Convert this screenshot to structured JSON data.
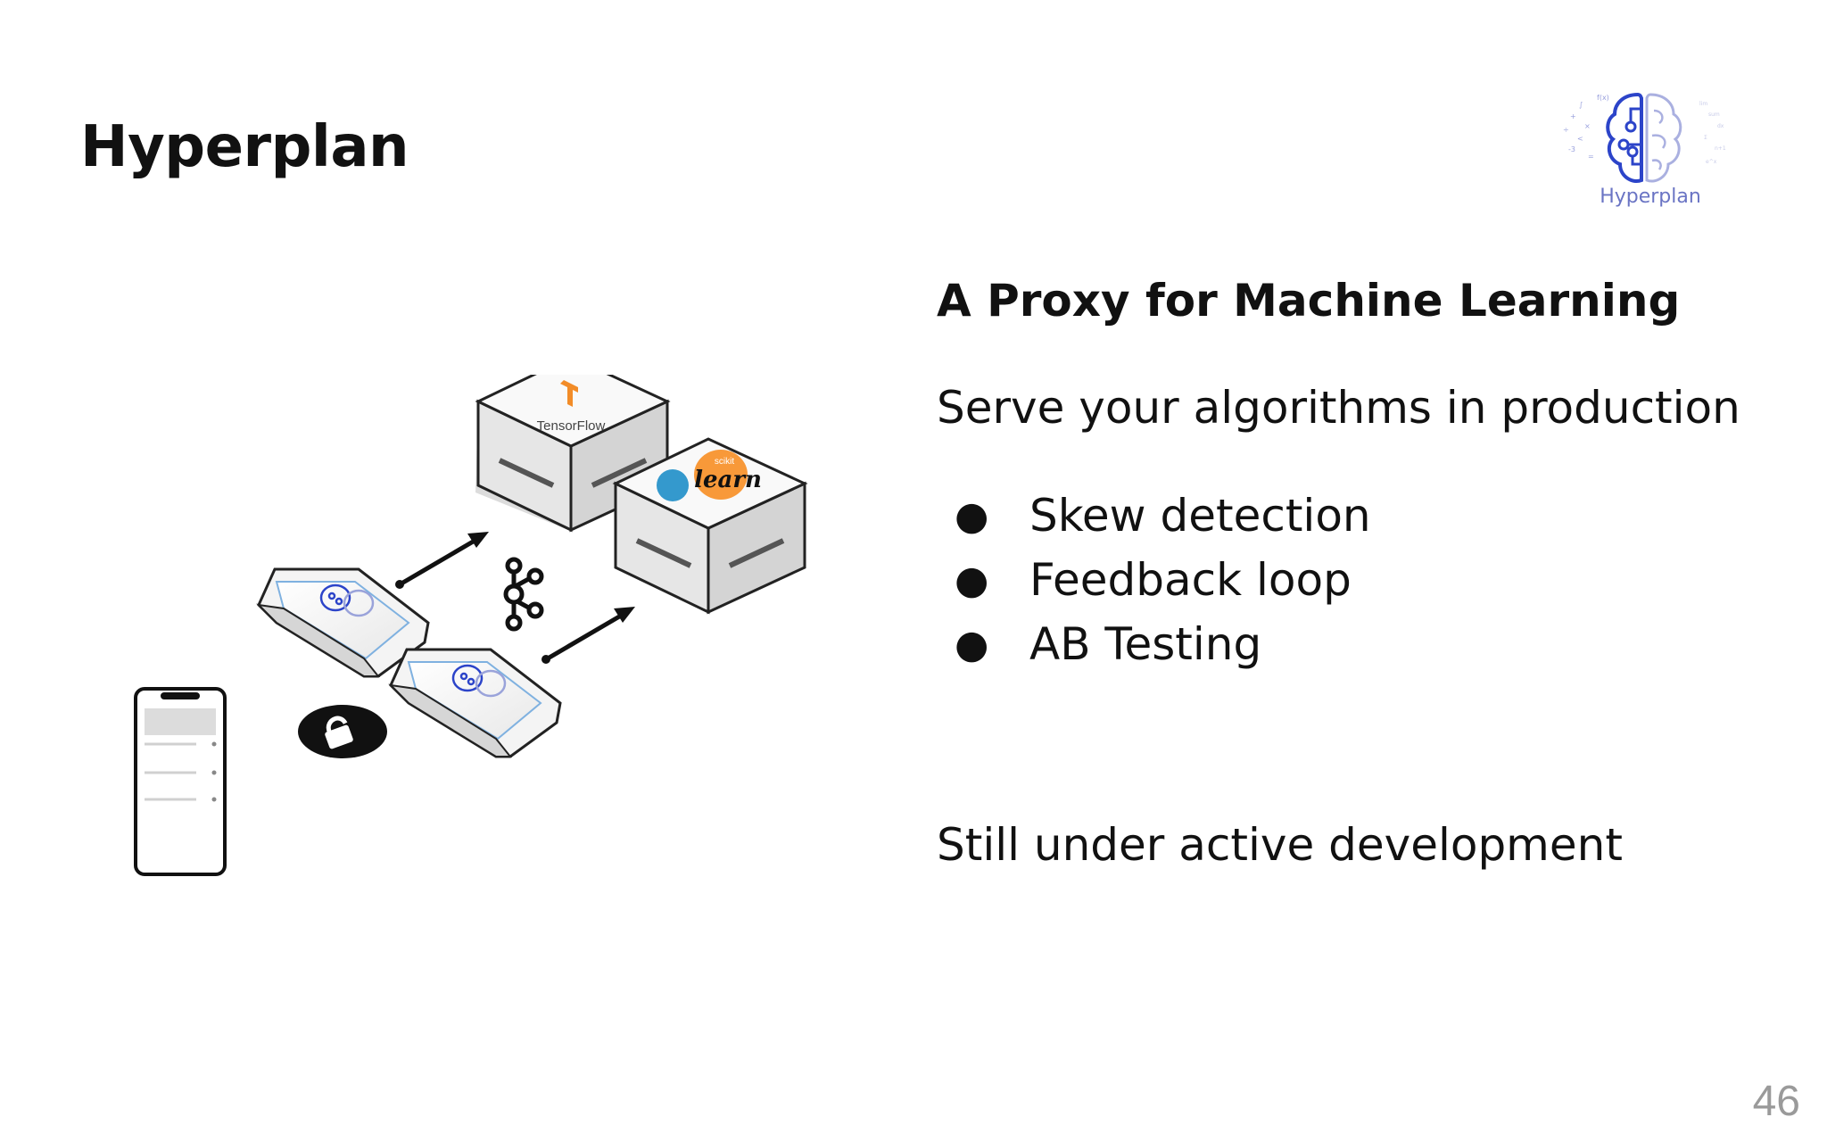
{
  "slide": {
    "title": "Hyperplan",
    "logo": {
      "label": "Hyperplan",
      "icon": "brain-circuit-icon",
      "color": "#2c44c9"
    },
    "subtitle": "A Proxy for Machine Learning",
    "lead": "Serve your algorithms in production",
    "bullets": [
      {
        "marker": "●",
        "text": "Skew detection"
      },
      {
        "marker": "●",
        "text": "Feedback loop"
      },
      {
        "marker": "●",
        "text": "AB Testing"
      }
    ],
    "note": "Still under active development",
    "page_number": "46"
  },
  "diagram": {
    "tensorflow_label": "TensorFlow",
    "sklearn_small": "scikit",
    "sklearn_label": "learn",
    "icons": [
      "phone-icon",
      "lock-icon",
      "brain-icon",
      "kafka-icon",
      "arrow-icon",
      "tensorflow-icon",
      "sklearn-icon"
    ],
    "colors": {
      "tensorflow": "#f28c28",
      "sklearn_blue": "#3499cd",
      "sklearn_orange": "#f89939",
      "brain": "#2c44c9"
    }
  }
}
